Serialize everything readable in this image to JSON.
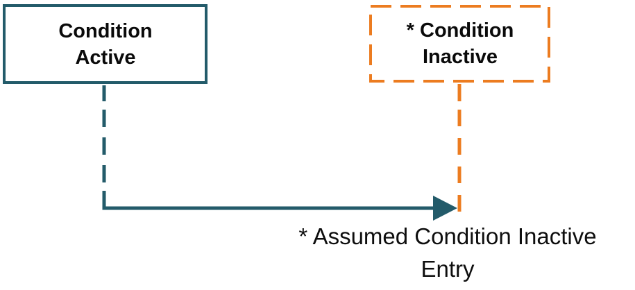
{
  "boxes": {
    "active": {
      "line1": "Condition",
      "line2": "Active"
    },
    "inactive": {
      "line1": "* Condition",
      "line2": "Inactive"
    }
  },
  "caption": {
    "line1": "* Assumed Condition Inactive",
    "line2": "Entry"
  },
  "colors": {
    "teal": "#235B6A",
    "orange": "#EC7C20",
    "text": "#0A0A0A",
    "background": "#FFFFFF"
  }
}
